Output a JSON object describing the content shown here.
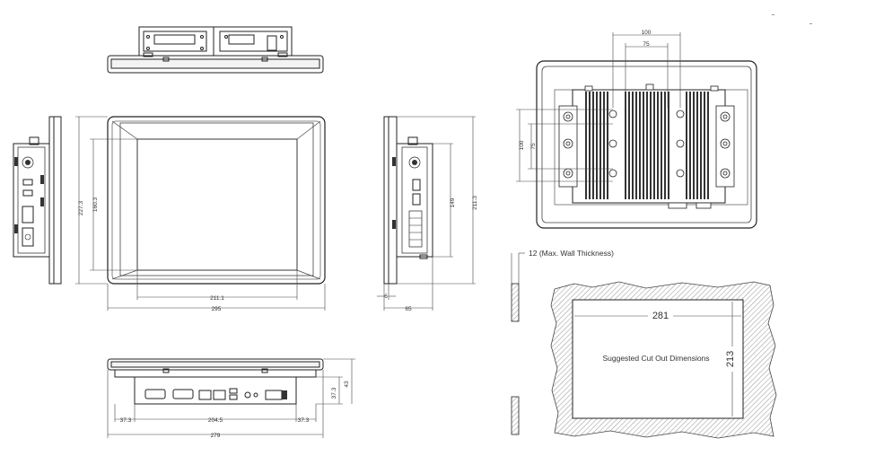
{
  "top_view": {},
  "front_view": {
    "dim_width_outer": "295",
    "dim_width_inner": "211.1",
    "dim_height_outer": "227.3",
    "dim_height_inner": "160.3"
  },
  "left_side": {
    "dim_depth": "6"
  },
  "right_side": {
    "dim_depth": "65",
    "dim_height_outer": "211.3",
    "dim_height_inner": "149"
  },
  "bottom_view": {
    "dim_left_offset": "37.3",
    "dim_center": "204.5",
    "dim_right_offset": "37.3",
    "dim_total": "279",
    "dim_depth_a": "37.3",
    "dim_depth_b": "43"
  },
  "rear_view": {
    "dim_vesa_outer": "100",
    "dim_vesa_inner": "75",
    "dim_vesa_v_outer": "100",
    "dim_vesa_v_inner": "75"
  },
  "cutout": {
    "wall_label": "12 (Max. Wall Thickness)",
    "width": "281",
    "height": "213",
    "caption": "Suggested Cut Out Dimensions"
  }
}
